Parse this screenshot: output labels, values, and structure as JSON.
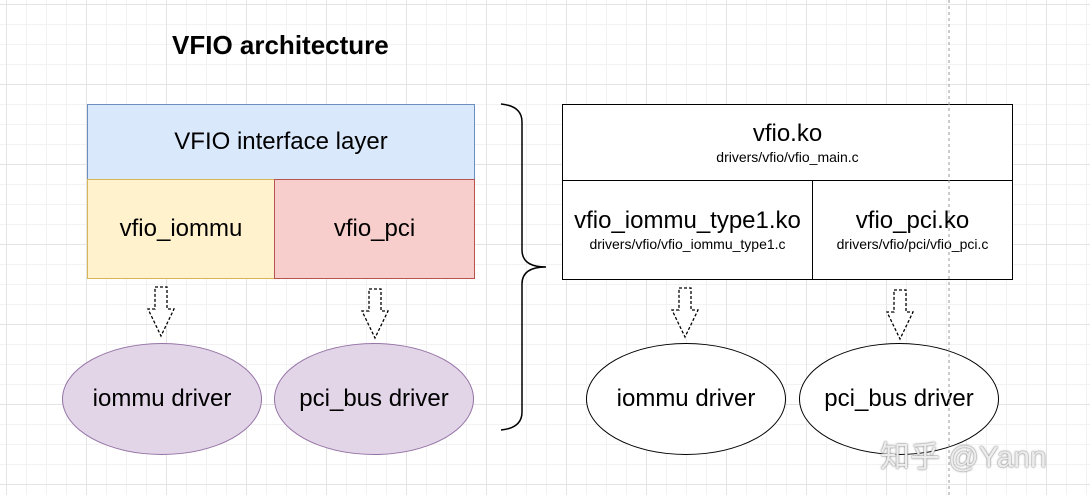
{
  "title": "VFIO architecture",
  "left_stack": {
    "interface_layer": "VFIO interface layer",
    "vfio_iommu": "vfio_iommu",
    "vfio_pci": "vfio_pci"
  },
  "right_stack": {
    "vfio_ko": {
      "name": "vfio.ko",
      "path": "drivers/vfio/vfio_main.c"
    },
    "type1_ko": {
      "name": "vfio_iommu_type1.ko",
      "path": "drivers/vfio/vfio_iommu_type1.c"
    },
    "pci_ko": {
      "name": "vfio_pci.ko",
      "path": "drivers/vfio/pci/vfio_pci.c"
    }
  },
  "drivers": {
    "left_iommu": "iommu driver",
    "left_pci_bus": "pci_bus driver",
    "right_iommu": "iommu driver",
    "right_pci_bus": "pci_bus driver"
  },
  "colors": {
    "interface_fill": "#dae8fc",
    "iommu_fill": "#fff2cc",
    "pci_fill": "#f8cecc",
    "driver_fill": "#e1d5e7"
  },
  "watermark": "知乎 @Yann"
}
